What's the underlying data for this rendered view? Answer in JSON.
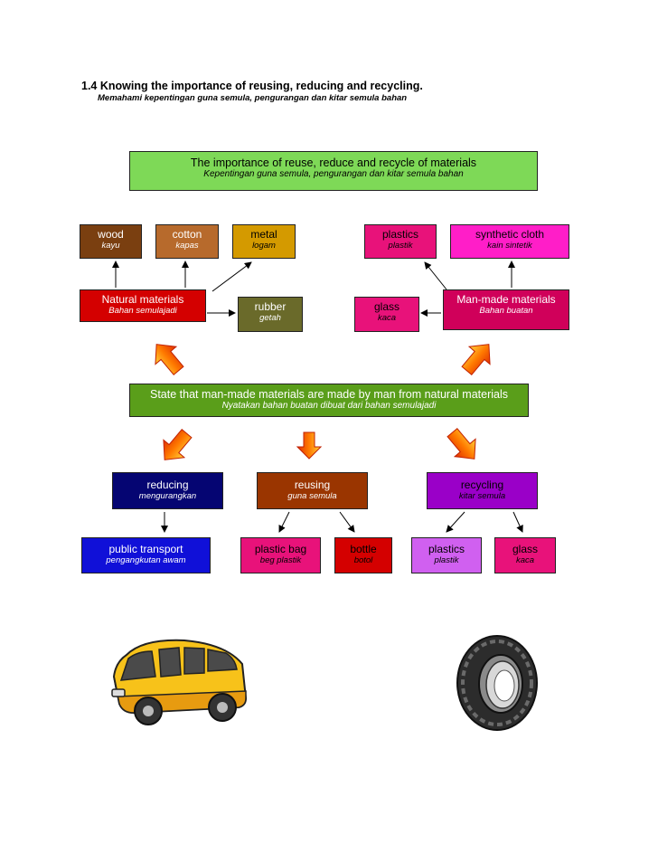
{
  "header": {
    "title": "1.4 Knowing the importance of reusing, reducing and recycling.",
    "subtitle": "Memahami kepentingan guna semula, pengurangan dan kitar semula bahan"
  },
  "importance": {
    "label": "The importance of reuse, reduce and recycle of materials",
    "sub": "Kepentingan guna semula, pengurangan dan kitar semula bahan"
  },
  "natural": {
    "main": {
      "label": "Natural materials",
      "sub": "Bahan semulajadi"
    },
    "wood": {
      "label": "wood",
      "sub": "kayu"
    },
    "cotton": {
      "label": "cotton",
      "sub": "kapas"
    },
    "metal": {
      "label": "metal",
      "sub": "logam"
    },
    "rubber": {
      "label": "rubber",
      "sub": "getah"
    }
  },
  "manmade": {
    "main": {
      "label": "Man-made materials",
      "sub": "Bahan buatan"
    },
    "plastics": {
      "label": "plastics",
      "sub": "plastik"
    },
    "synthetic": {
      "label": "synthetic cloth",
      "sub": "kain sintetik"
    },
    "glass": {
      "label": "glass",
      "sub": "kaca"
    }
  },
  "statement": {
    "label": "State that man-made materials are made by man  from natural materials",
    "sub": "Nyatakan bahan buatan dibuat  dari bahan semulajadi"
  },
  "reducing": {
    "label": "reducing",
    "sub": "mengurangkan"
  },
  "reusing": {
    "label": "reusing",
    "sub": "guna semula"
  },
  "recycling": {
    "label": "recycling",
    "sub": "kitar semula"
  },
  "examples": {
    "public_transport": {
      "label": "public transport",
      "sub": "pengangkutan awam"
    },
    "plastic_bag": {
      "label": "plastic bag",
      "sub": "beg plastik"
    },
    "bottle": {
      "label": "bottle",
      "sub": "botol"
    },
    "plastics": {
      "label": "plastics",
      "sub": "plastik"
    },
    "glass": {
      "label": "glass",
      "sub": "kaca"
    }
  },
  "colors": {
    "green": "#7ed957",
    "olive_green": "#5a9e1a",
    "brown": "#7a3f10",
    "tan": "#b76a2c",
    "gold": "#d49a00",
    "red": "#d40000",
    "rubber_olive": "#6a6a2a",
    "magenta": "#e8127a",
    "bright_magenta": "#ff1ec8",
    "crimson": "#d0005a",
    "navy": "#050572",
    "rust": "#9a3500",
    "purple": "#9a00c8",
    "blue": "#1010d8",
    "orchid": "#d060f0"
  },
  "images": [
    "school-bus-illustration",
    "tyre-illustration"
  ]
}
